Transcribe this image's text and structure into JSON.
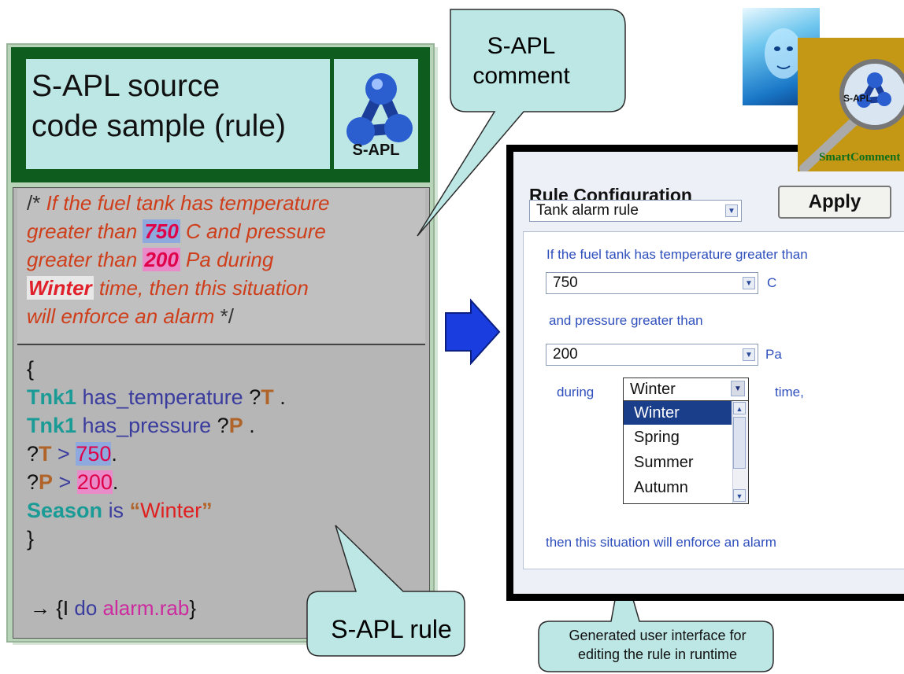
{
  "left": {
    "title_line1": "S-APL source",
    "title_line2": "code sample (rule)",
    "logo_label": "S-APL",
    "comment": {
      "open": "/* ",
      "p1": "If the fuel tank has temperature",
      "p2a": "greater than ",
      "temp": "750",
      "p2b": " C and pressure",
      "p3a": "greater than ",
      "pres": "200",
      "p3b": " Pa during",
      "season": "Winter",
      "p4": " time, then this situation",
      "p5": "will enforce  an alarm ",
      "close": "*/"
    },
    "code": {
      "brace_open": "{",
      "subject": "Tnk1",
      "pred_temp": "has_temperature",
      "var_t_q": "?",
      "var_t": "T",
      "dot": " .",
      "pred_pres": "has_pressure",
      "var_p": "P",
      "gt": " > ",
      "temp_val": "750",
      "pres_val": "200",
      "season_subj": "Season",
      "is": "is",
      "q_open": "“",
      "season_val": "Winter",
      "q_close": "”",
      "brace_close": "}",
      "arrow": "→",
      "action_open": "{I ",
      "action_do": "do ",
      "action_file": "alarm.rab",
      "action_close": "}"
    }
  },
  "callouts": {
    "comment_line1": "S-APL",
    "comment_line2": "comment",
    "rule": "S-APL rule",
    "generated_line1": "Generated user interface for",
    "generated_line2": "editing the rule in runtime"
  },
  "right": {
    "title": "Rule Configuration",
    "rule_select": "Tank alarm rule",
    "apply": "Apply",
    "line1": "If the fuel tank has temperature greater than",
    "temp_value": "750",
    "temp_unit": "C",
    "line2": "and pressure greater than",
    "pres_value": "200",
    "pres_unit": "Pa",
    "during": "during",
    "season_value": "Winter",
    "time": "time,",
    "season_options": [
      "Winter",
      "Spring",
      "Summer",
      "Autumn"
    ],
    "line3": "then this situation will enforce  an alarm"
  },
  "brand": {
    "smartcomment": "SmartComment",
    "sapl": "S-APL"
  },
  "colors": {
    "header_green": "#0f5d1e",
    "title_bg": "#bde7e5",
    "comment_red": "#cf3e1a",
    "teal": "#1a9b96",
    "arrow_blue": "#1a3de0",
    "callout_fill": "#bde7e5",
    "form_text_blue": "#2f4fbd",
    "highlight_row": "#1b3e8a"
  }
}
